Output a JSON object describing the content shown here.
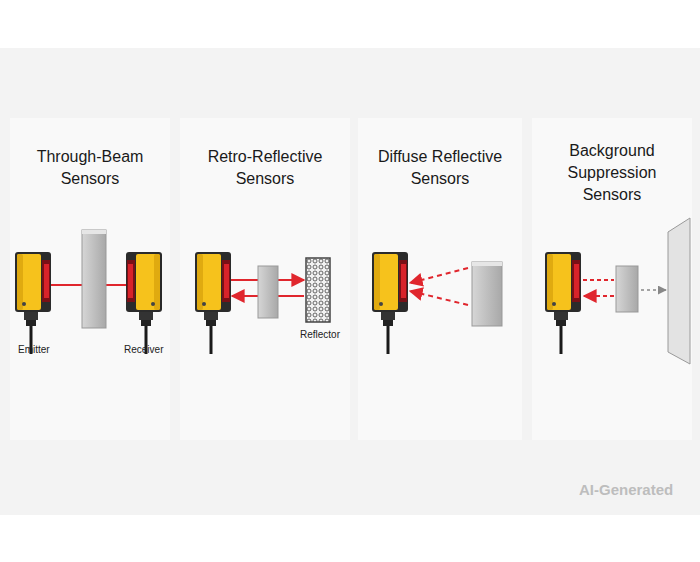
{
  "diagram": {
    "nodes": [
      {
        "text": [
          "Through-Beam Sensors"
        ]
      },
      {
        "text": [
          "Retro-Reflective Sensors"
        ]
      },
      {
        "text": [
          "Diffuse Reflective Sensors"
        ]
      },
      {
        "text": [
          "Background Suppression Sensors"
        ]
      }
    ],
    "labels": [
      "Emitter",
      "Receiver",
      "Reflector",
      "AI-Generated"
    ]
  }
}
